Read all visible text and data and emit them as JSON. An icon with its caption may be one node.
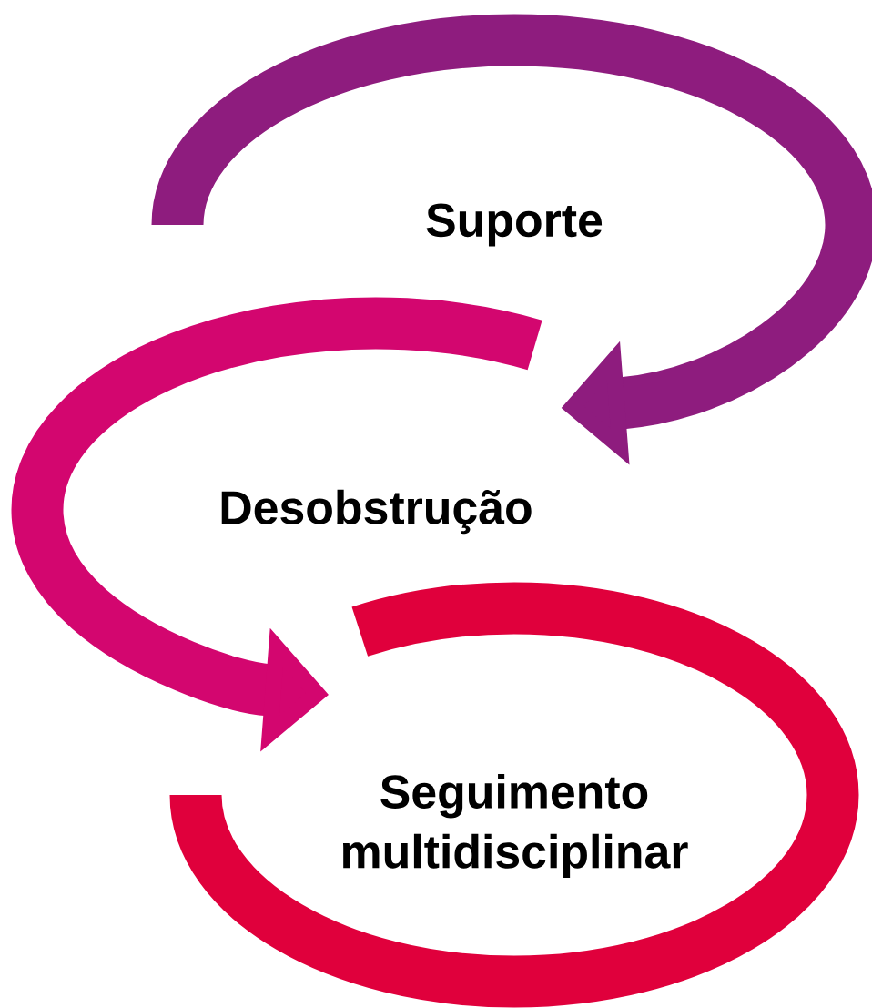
{
  "diagram": {
    "nodes": [
      {
        "text": [
          "Suporte"
        ]
      },
      {
        "text": [
          "Desobstrução"
        ]
      },
      {
        "text": [
          "Seguimento multidisciplinar"
        ]
      }
    ]
  }
}
